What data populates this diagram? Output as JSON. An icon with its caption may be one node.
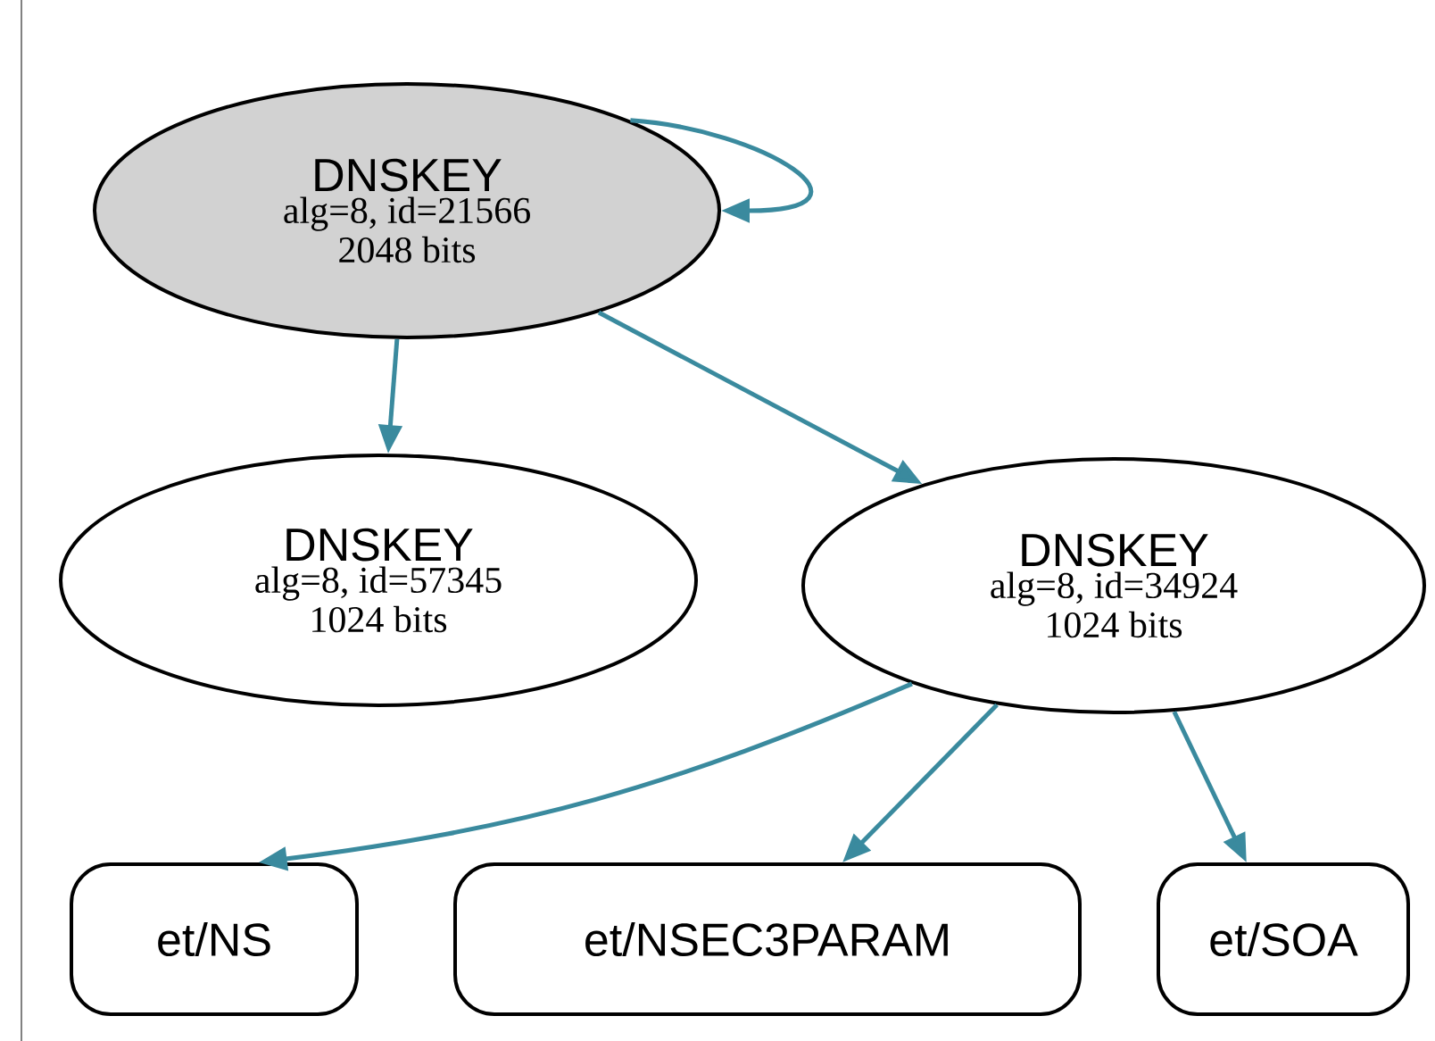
{
  "diagram": {
    "nodes": [
      {
        "text": [
          "DNSKEY",
          "alg=8, id=21566",
          "2048 bits"
        ]
      },
      {
        "text": [
          "DNSKEY",
          "alg=8, id=57345",
          "1024 bits"
        ]
      },
      {
        "text": [
          "DNSKEY",
          "alg=8, id=34924",
          "1024 bits"
        ]
      },
      {
        "text": [
          "et/NS"
        ]
      },
      {
        "text": [
          "et/NSEC3PARAM"
        ]
      },
      {
        "text": [
          "et/SOA"
        ]
      }
    ],
    "edges": [
      {
        "from": 0,
        "to": 0,
        "arrow": "to"
      },
      {
        "from": 0,
        "to": 1,
        "arrow": "to"
      },
      {
        "from": 0,
        "to": 2,
        "arrow": "to"
      },
      {
        "from": 2,
        "to": 3,
        "arrow": "to"
      },
      {
        "from": 2,
        "to": 4,
        "arrow": "to"
      },
      {
        "from": 2,
        "to": 5,
        "arrow": "to"
      }
    ]
  }
}
